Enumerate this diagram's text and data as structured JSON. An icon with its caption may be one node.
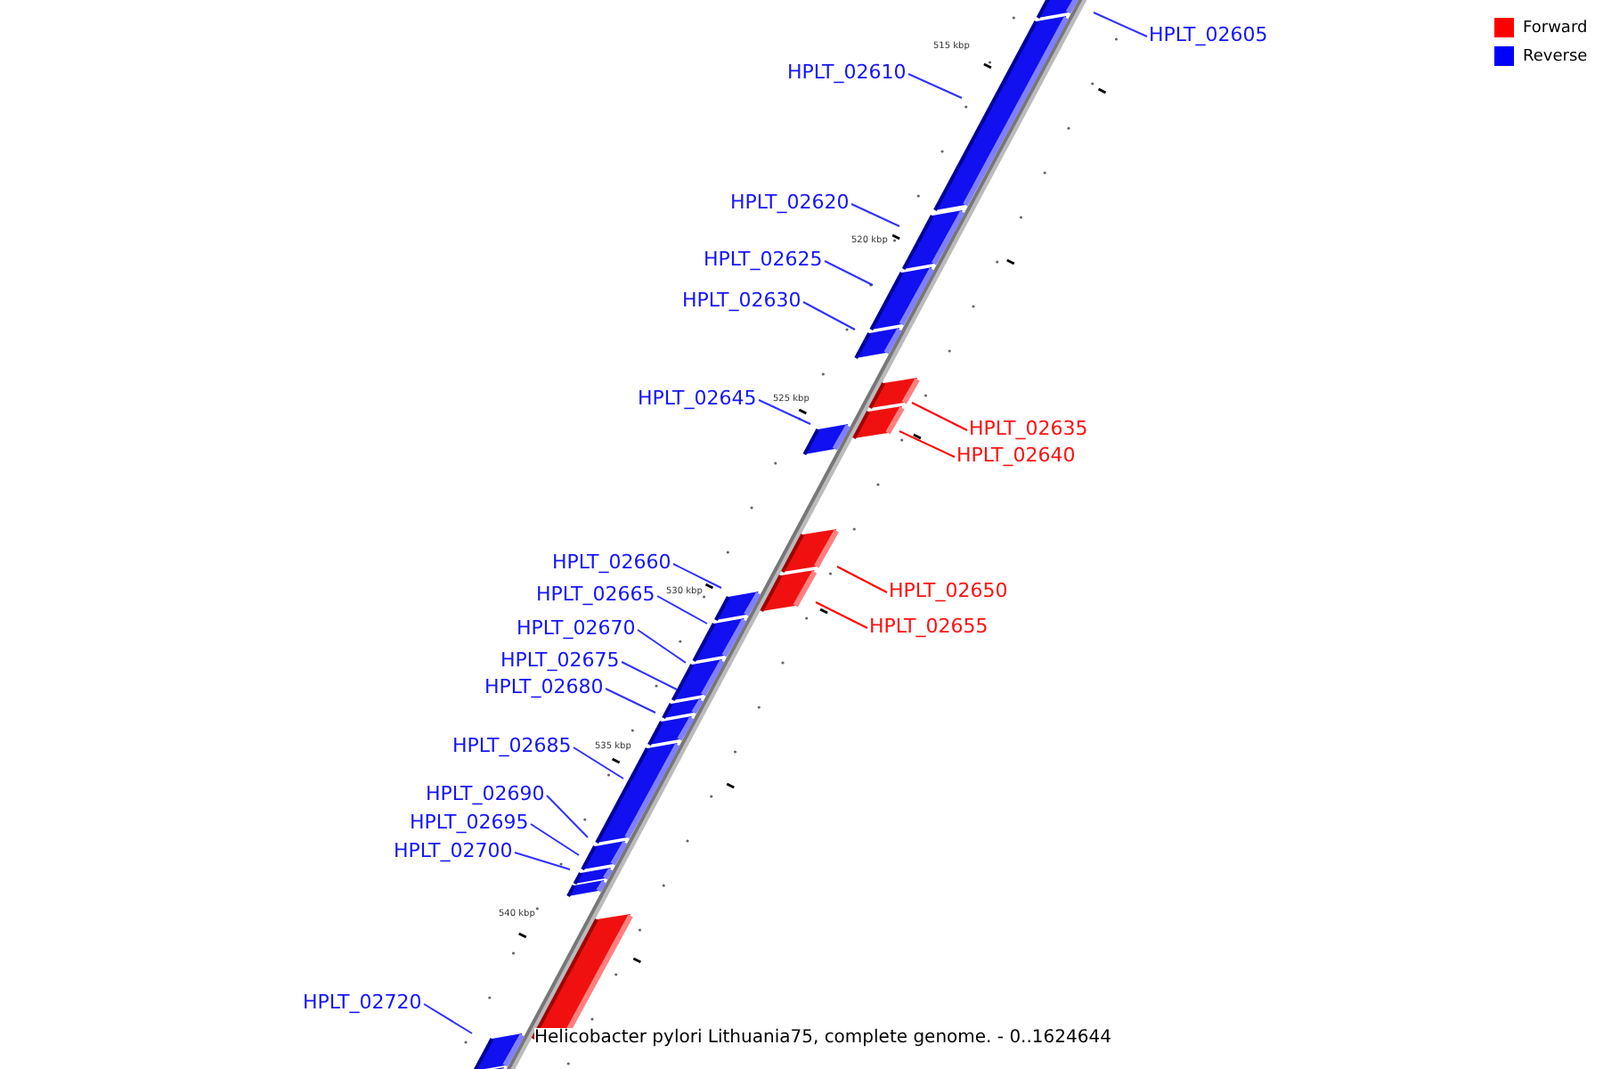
{
  "diagram": {
    "caption": "Helicobacter pylori Lithuania75, complete genome. - 0..1624644",
    "nodes": [
      {
        "text": [
          "HPLT_02605"
        ]
      },
      {
        "text": [
          "HPLT_02610"
        ]
      },
      {
        "text": [
          "HPLT_02620"
        ]
      },
      {
        "text": [
          "HPLT_02625"
        ]
      },
      {
        "text": [
          "HPLT_02630"
        ]
      },
      {
        "text": [
          "HPLT_02645"
        ]
      },
      {
        "text": [
          "HPLT_02635"
        ]
      },
      {
        "text": [
          "HPLT_02640"
        ]
      },
      {
        "text": [
          "HPLT_02660"
        ]
      },
      {
        "text": [
          "HPLT_02650"
        ]
      },
      {
        "text": [
          "HPLT_02665"
        ]
      },
      {
        "text": [
          "HPLT_02655"
        ]
      },
      {
        "text": [
          "HPLT_02670"
        ]
      },
      {
        "text": [
          "HPLT_02675"
        ]
      },
      {
        "text": [
          "HPLT_02680"
        ]
      },
      {
        "text": [
          "HPLT_02685"
        ]
      },
      {
        "text": [
          "HPLT_02690"
        ]
      },
      {
        "text": [
          "HPLT_02695"
        ]
      },
      {
        "text": [
          "HPLT_02700"
        ]
      },
      {
        "text": [
          "HPLT_02720"
        ]
      }
    ],
    "edges": [
      {
        "from": 0,
        "to": null,
        "arrow": "none"
      },
      {
        "from": 1,
        "to": null,
        "arrow": "none"
      },
      {
        "from": 2,
        "to": null,
        "arrow": "none"
      },
      {
        "from": 3,
        "to": null,
        "arrow": "none"
      },
      {
        "from": 4,
        "to": null,
        "arrow": "none"
      },
      {
        "from": 5,
        "to": null,
        "arrow": "none"
      },
      {
        "from": 6,
        "to": null,
        "arrow": "none",
        "color": "#ff0000"
      },
      {
        "from": 7,
        "to": null,
        "arrow": "none",
        "color": "#ff0000"
      },
      {
        "from": 8,
        "to": null,
        "arrow": "none"
      },
      {
        "from": 9,
        "to": null,
        "arrow": "none",
        "color": "#ff0000"
      },
      {
        "from": 10,
        "to": null,
        "arrow": "none"
      },
      {
        "from": 11,
        "to": null,
        "arrow": "none",
        "color": "#ff0000"
      },
      {
        "from": 12,
        "to": null,
        "arrow": "none"
      },
      {
        "from": 13,
        "to": null,
        "arrow": "none"
      },
      {
        "from": 14,
        "to": null,
        "arrow": "none"
      },
      {
        "from": 15,
        "to": null,
        "arrow": "none"
      },
      {
        "from": 16,
        "to": null,
        "arrow": "none"
      },
      {
        "from": 17,
        "to": null,
        "arrow": "none"
      },
      {
        "from": 18,
        "to": null,
        "arrow": "none"
      },
      {
        "from": 19,
        "to": null,
        "arrow": "none"
      }
    ],
    "labels": [
      "515 kbp",
      "520 kbp",
      "525 kbp",
      "530 kbp",
      "535 kbp",
      "540 kbp"
    ],
    "legend": [
      {
        "text": "Forward",
        "color": "#ff0000"
      },
      {
        "text": "Reverse",
        "color": "#0000ff"
      }
    ]
  }
}
